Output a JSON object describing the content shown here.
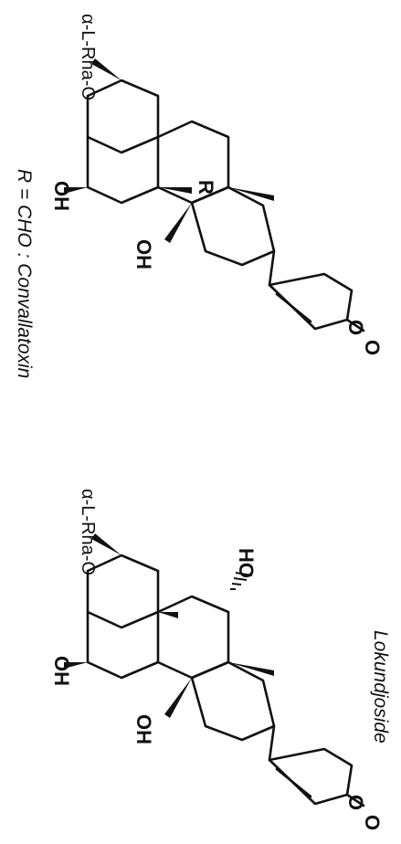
{
  "figure": {
    "rotated": "90deg clockwise",
    "colors": {
      "ink": "#111111",
      "background": "#ffffff"
    },
    "top_structure": {
      "substituent_3": "α-L-Rha-O",
      "c5_group": "OH",
      "c14_group": "OH",
      "c19_group": "R",
      "lactone_oxygen": "O",
      "carbonyl_oxygen": "O",
      "caption": "R = CHO : Convallatoxin"
    },
    "bottom_structure": {
      "substituent_3": "α-L-Rha-O",
      "c5_group": "OH",
      "c14_group": "OH",
      "c11_group": "HO",
      "lactone_oxygen": "O",
      "carbonyl_oxygen": "O",
      "caption": "Lokundjoside"
    }
  }
}
